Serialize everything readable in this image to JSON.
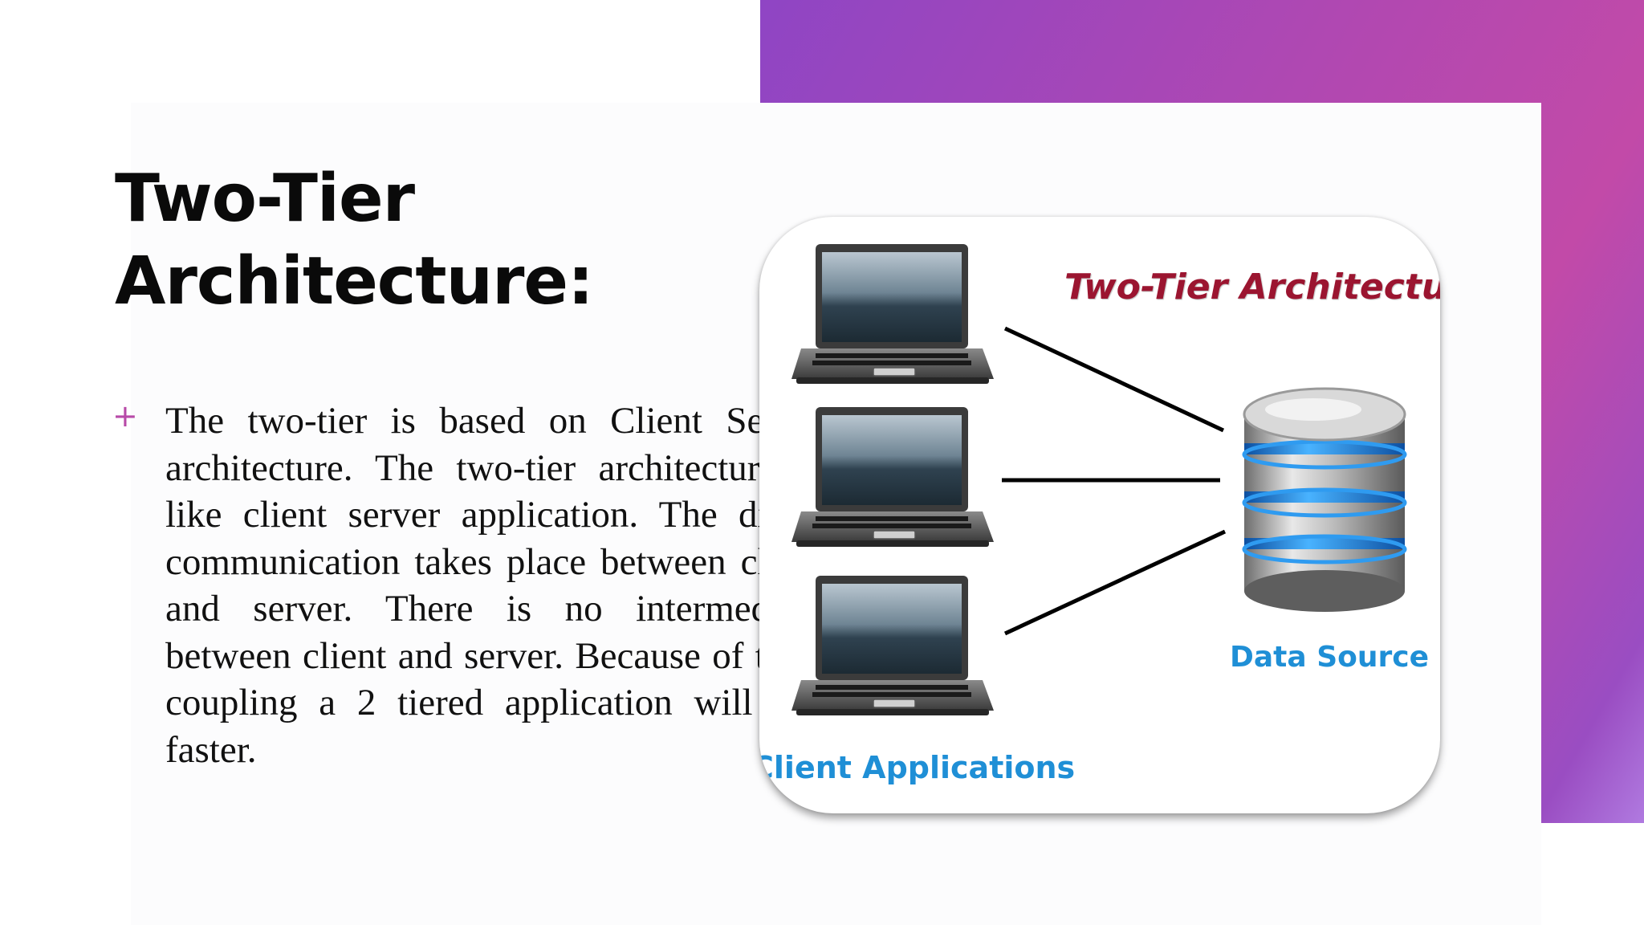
{
  "slide": {
    "title_line1": "Two-Tier",
    "title_line2": "Architecture:",
    "bullet_marker": "+",
    "bullet_text": "The two-tier is based on Client Server architecture. The two-tier architecture is like client server application. The direct communication takes place between client and server. There is no intermediate between client and server. Because of tight coupling a 2 tiered application will run faster."
  },
  "diagram": {
    "title": "Two-Tier Architectur",
    "database_label": "Data Source",
    "clients_label": "Client Applications",
    "icons": [
      "laptop-icon",
      "laptop-icon",
      "laptop-icon",
      "database-icon"
    ]
  },
  "colors": {
    "gradient_start": "#8f45c4",
    "gradient_mid": "#c24aa8",
    "bullet_accent": "#b84aa8",
    "diagram_title": "#9b1530",
    "diagram_labels": "#1f8fd6"
  }
}
